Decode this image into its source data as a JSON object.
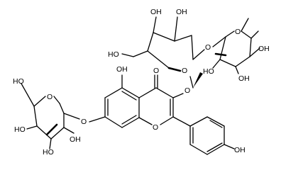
{
  "diagram": {
    "type": "chemical-structure",
    "labels": {
      "oh_5": "OH",
      "o_carbonyl": "O",
      "o_link_3": "O",
      "o_ring_c": "O",
      "o_link_7": "O",
      "oh_4prime": "OH",
      "oh_glc_4": "OH",
      "oh_glc_3": "OH",
      "ho_glc_6": "HO",
      "o_glc_ring": "O",
      "o_link_2": "O",
      "o_rha_ring": "O",
      "oh_rha_4": "OH",
      "ho_rha_2": "HO",
      "oh_rha_3": "OH",
      "ho_gal_6": "HO",
      "o_gal_ring": "O",
      "ho_gal_4": "HO",
      "ho_gal_3": "HO",
      "oh_gal_2": "OH"
    }
  }
}
